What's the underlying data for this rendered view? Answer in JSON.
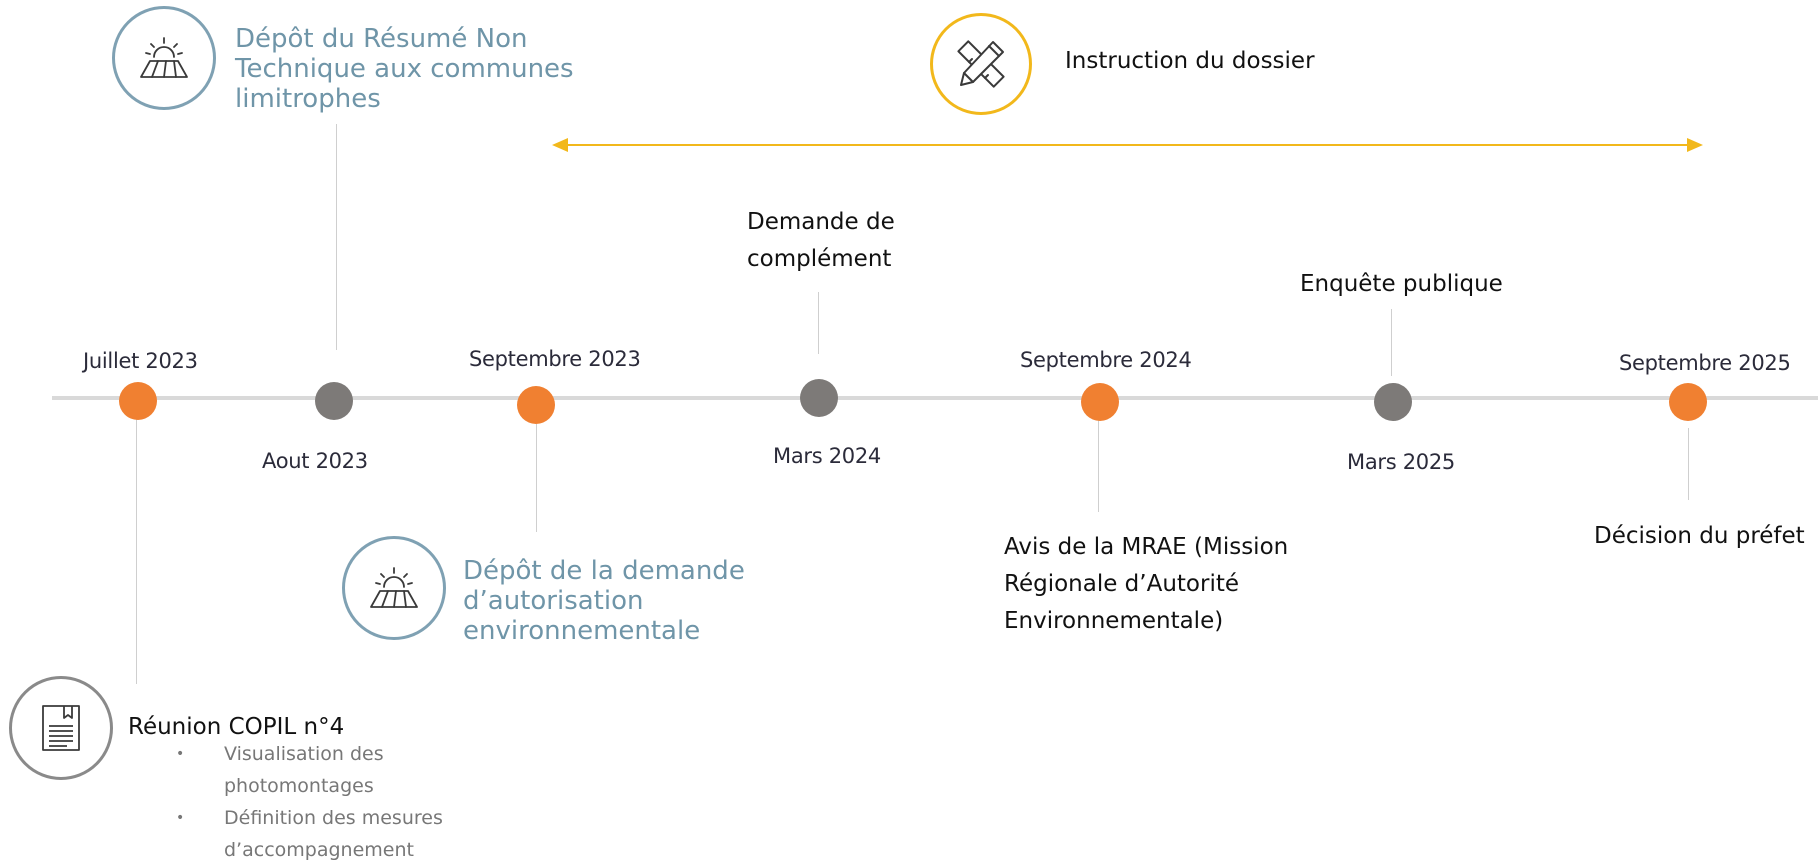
{
  "colors": {
    "orange": "#f08031",
    "grey": "#7d7a78",
    "blue_text": "#6f95a8",
    "yellow": "#f2b81b",
    "axis": "#d9d9d9"
  },
  "instruction": {
    "label": "Instruction du dossier",
    "icon": "pencil-ruler-icon"
  },
  "deposits": {
    "rnt": {
      "label": "Dépôt du Résumé Non Technique aux communes limitrophes",
      "icon": "field-sunrise-icon"
    },
    "dae": {
      "label": "Dépôt de la demande d’autorisation environnementale",
      "icon": "field-sunrise-icon"
    }
  },
  "dates": {
    "juillet2023": "Juillet 2023",
    "aout2023": "Aout 2023",
    "septembre2023": "Septembre 2023",
    "mars2024": "Mars 2024",
    "septembre2024": "Septembre 2024",
    "mars2025": "Mars 2025",
    "septembre2025": "Septembre 2025"
  },
  "events": {
    "demande_complement": "Demande de complément",
    "enquete": "Enquête publique",
    "mrae": "Avis de la MRAE (Mission Régionale d’Autorité Environnementale)",
    "decision": "Décision du préfet"
  },
  "copil": {
    "title": "Réunion COPIL n°4",
    "icon": "document-icon",
    "bullets": [
      "Visualisation des photomontages",
      "Définition des mesures d’accompagnement"
    ]
  }
}
